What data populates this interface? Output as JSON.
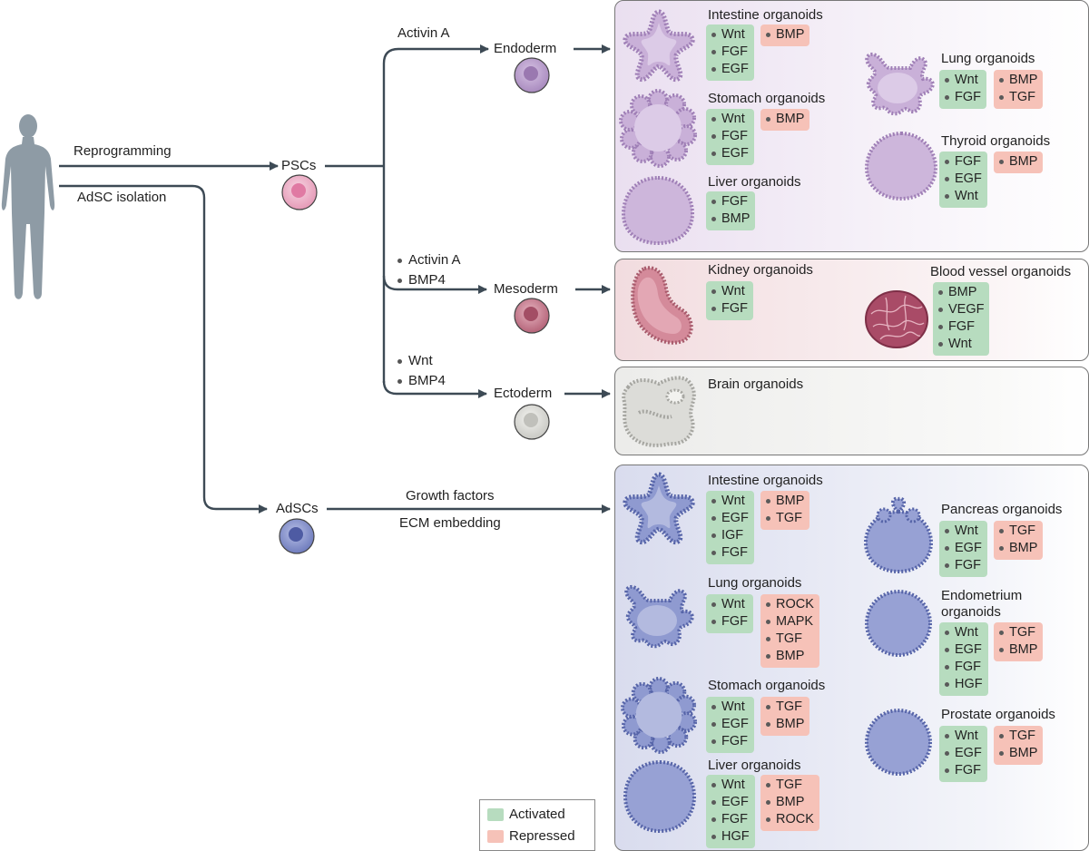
{
  "source": {
    "human_icon": "human-silhouette-icon",
    "reprogramming": "Reprogramming",
    "adsc_isolation": "AdSC isolation"
  },
  "cells": {
    "pscs": "PSCs",
    "adscs": "AdSCs",
    "endoderm": "Endoderm",
    "mesoderm": "Mesoderm",
    "ectoderm": "Ectoderm"
  },
  "signals": {
    "endoderm": "Activin A",
    "mesoderm": [
      "Activin A",
      "BMP4"
    ],
    "ectoderm": [
      "Wnt",
      "BMP4"
    ],
    "adsc": [
      "Growth factors",
      "ECM embedding"
    ]
  },
  "endoderm_panel": [
    {
      "title": "Intestine organoids",
      "activated": [
        "Wnt",
        "FGF",
        "EGF"
      ],
      "repressed": [
        "BMP"
      ]
    },
    {
      "title": "Stomach organoids",
      "activated": [
        "Wnt",
        "FGF",
        "EGF"
      ],
      "repressed": [
        "BMP"
      ]
    },
    {
      "title": "Liver organoids",
      "activated": [
        "FGF",
        "BMP"
      ],
      "repressed": []
    },
    {
      "title": "Lung organoids",
      "activated": [
        "Wnt",
        "FGF"
      ],
      "repressed": [
        "BMP",
        "TGF"
      ]
    },
    {
      "title": "Thyroid organoids",
      "activated": [
        "FGF",
        "EGF",
        "Wnt"
      ],
      "repressed": [
        "BMP"
      ]
    }
  ],
  "mesoderm_panel": [
    {
      "title": "Kidney organoids",
      "activated": [
        "Wnt",
        "FGF"
      ],
      "repressed": []
    },
    {
      "title": "Blood vessel organoids",
      "activated": [
        "BMP",
        "VEGF",
        "FGF",
        "Wnt"
      ],
      "repressed": []
    }
  ],
  "ectoderm_panel": [
    {
      "title": "Brain organoids",
      "activated": [],
      "repressed": []
    }
  ],
  "adsc_panel": [
    {
      "title": "Intestine organoids",
      "activated": [
        "Wnt",
        "EGF",
        "IGF",
        "FGF"
      ],
      "repressed": [
        "BMP",
        "TGF"
      ]
    },
    {
      "title": "Lung organoids",
      "activated": [
        "Wnt",
        "FGF"
      ],
      "repressed": [
        "ROCK",
        "MAPK",
        "TGF",
        "BMP"
      ]
    },
    {
      "title": "Stomach organoids",
      "activated": [
        "Wnt",
        "EGF",
        "FGF"
      ],
      "repressed": [
        "TGF",
        "BMP"
      ]
    },
    {
      "title": "Liver organoids",
      "activated": [
        "Wnt",
        "EGF",
        "FGF",
        "HGF"
      ],
      "repressed": [
        "TGF",
        "BMP",
        "ROCK"
      ]
    },
    {
      "title": "Pancreas organoids",
      "activated": [
        "Wnt",
        "EGF",
        "FGF"
      ],
      "repressed": [
        "TGF",
        "BMP"
      ]
    },
    {
      "title": "Endometrium organoids",
      "title_lines": [
        "Endometrium",
        "organoids"
      ],
      "activated": [
        "Wnt",
        "EGF",
        "FGF",
        "HGF"
      ],
      "repressed": [
        "TGF",
        "BMP"
      ]
    },
    {
      "title": "Prostate organoids",
      "activated": [
        "Wnt",
        "EGF",
        "FGF"
      ],
      "repressed": [
        "TGF",
        "BMP"
      ]
    }
  ],
  "legend": {
    "activated": "Activated",
    "repressed": "Repressed",
    "activated_color": "#b7dcbf",
    "repressed_color": "#f6c2b8"
  },
  "colors": {
    "arrow": "#3d4a55",
    "endoderm": "#b89ac8",
    "mesoderm": "#c46f82",
    "ectoderm": "#cfcfcf",
    "adsc": "#7a87c4",
    "psc": "#e89bb9"
  }
}
